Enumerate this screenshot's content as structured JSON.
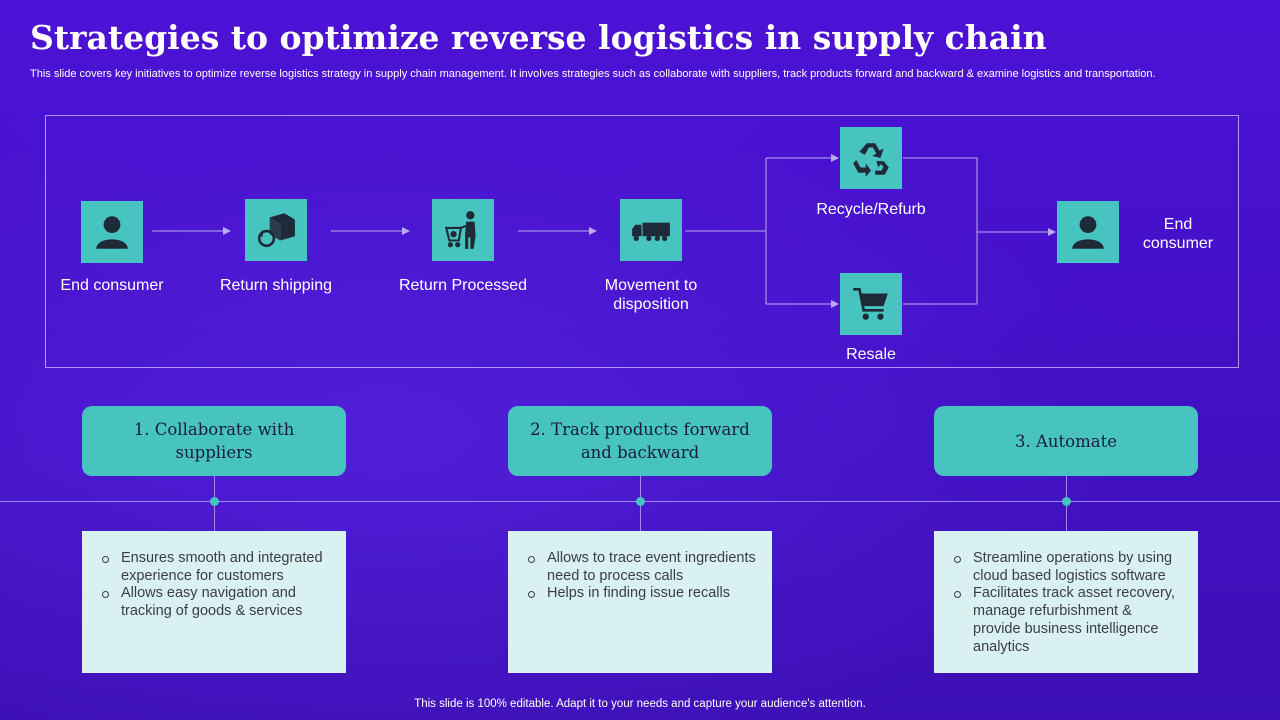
{
  "title": "Strategies to optimize reverse logistics in supply chain",
  "subtitle": "This slide covers key initiatives to optimize reverse logistics strategy in supply chain management. It involves strategies such as collaborate with suppliers, track products forward and backward & examine logistics and transportation.",
  "flow": {
    "nodes": [
      {
        "label": "End consumer",
        "icon": "person-icon"
      },
      {
        "label": "Return shipping",
        "icon": "package-return-icon"
      },
      {
        "label": "Return Processed",
        "icon": "worker-cart-icon"
      },
      {
        "label": "Movement to disposition",
        "icon": "truck-icon"
      },
      {
        "label": "Recycle/Refurb",
        "icon": "recycle-icon"
      },
      {
        "label": "Resale",
        "icon": "shopping-cart-icon"
      },
      {
        "label": "End consumer",
        "icon": "person-icon"
      }
    ]
  },
  "strategies": [
    {
      "heading": "1. Collaborate with suppliers",
      "points": [
        "Ensures smooth and integrated experience for customers",
        "Allows easy navigation and tracking of goods & services"
      ]
    },
    {
      "heading": "2. Track products forward and backward",
      "points": [
        "Allows to trace event ingredients need to process calls",
        "Helps in finding issue recalls"
      ]
    },
    {
      "heading": "3. Automate",
      "points": [
        "Streamline operations by using cloud based logistics software",
        "Facilitates track asset recovery, manage refurbishment & provide business intelligence analytics"
      ]
    }
  ],
  "footer": "This slide is 100% editable. Adapt it to your needs and capture your audience's attention.",
  "colors": {
    "background": "#4a0fd0",
    "accent_teal": "#48c4c0",
    "detail_box": "#d9f1f1",
    "heading_text": "#1c1c3a"
  }
}
